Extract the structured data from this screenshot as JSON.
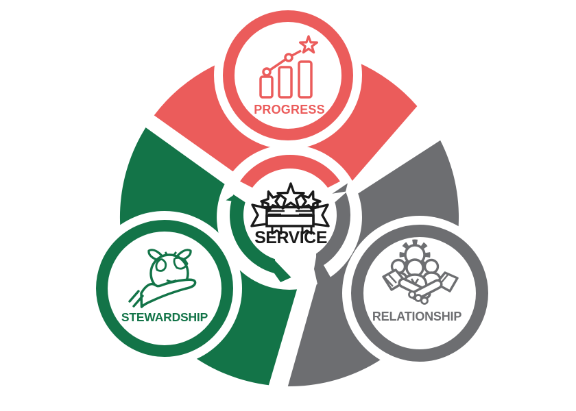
{
  "diagram_name": "values-wheel",
  "nodes": {
    "center": {
      "label": "SERVICE",
      "icon": "stars-ribbon-banner-icon"
    },
    "top": {
      "label": "PROGRESS",
      "icon": "growth-chart-star-icon"
    },
    "left": {
      "label": "STEWARDSHIP",
      "icon": "hand-holding-globe-sprout-icon"
    },
    "right": {
      "label": "RELATIONSHIP",
      "icon": "handshake-team-gear-icon"
    }
  },
  "colors": {
    "red": "#EB5C5B",
    "green": "#137448",
    "gray": "#6D6E71",
    "ink": "#1A1A1A",
    "bg": "#FFFFFF"
  }
}
